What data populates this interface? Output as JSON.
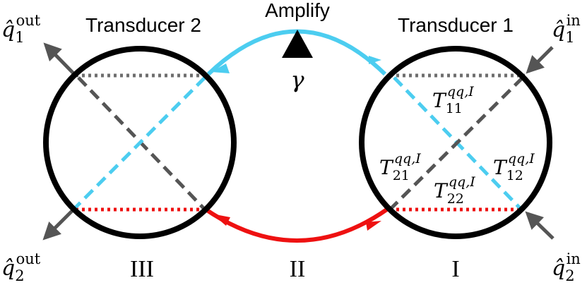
{
  "colors": {
    "blue": "#4ccdf0",
    "red": "#ee1111",
    "gray": "#555555",
    "dotted_gray": "#6e6e6e",
    "black": "#000000"
  },
  "labels": {
    "amplify": "Amplify",
    "gamma": "γ",
    "transducer1": "Transducer 1",
    "transducer2": "Transducer 2",
    "region_i": "I",
    "region_ii": "II",
    "region_iii": "III"
  },
  "ports": {
    "q1_in": {
      "base": "q̂",
      "sub": "1",
      "sup": "in"
    },
    "q2_in": {
      "base": "q̂",
      "sub": "2",
      "sup": "in"
    },
    "q1_out": {
      "base": "q̂",
      "sub": "1",
      "sup": "out"
    },
    "q2_out": {
      "base": "q̂",
      "sub": "2",
      "sup": "out"
    }
  },
  "coefficients": {
    "t11": {
      "base": "T",
      "sub": "11",
      "sup": "qq,I"
    },
    "t12": {
      "base": "T",
      "sub": "12",
      "sup": "qq,I"
    },
    "t21": {
      "base": "T",
      "sub": "21",
      "sup": "qq,I"
    },
    "t22": {
      "base": "T",
      "sub": "22",
      "sup": "qq,I"
    }
  }
}
